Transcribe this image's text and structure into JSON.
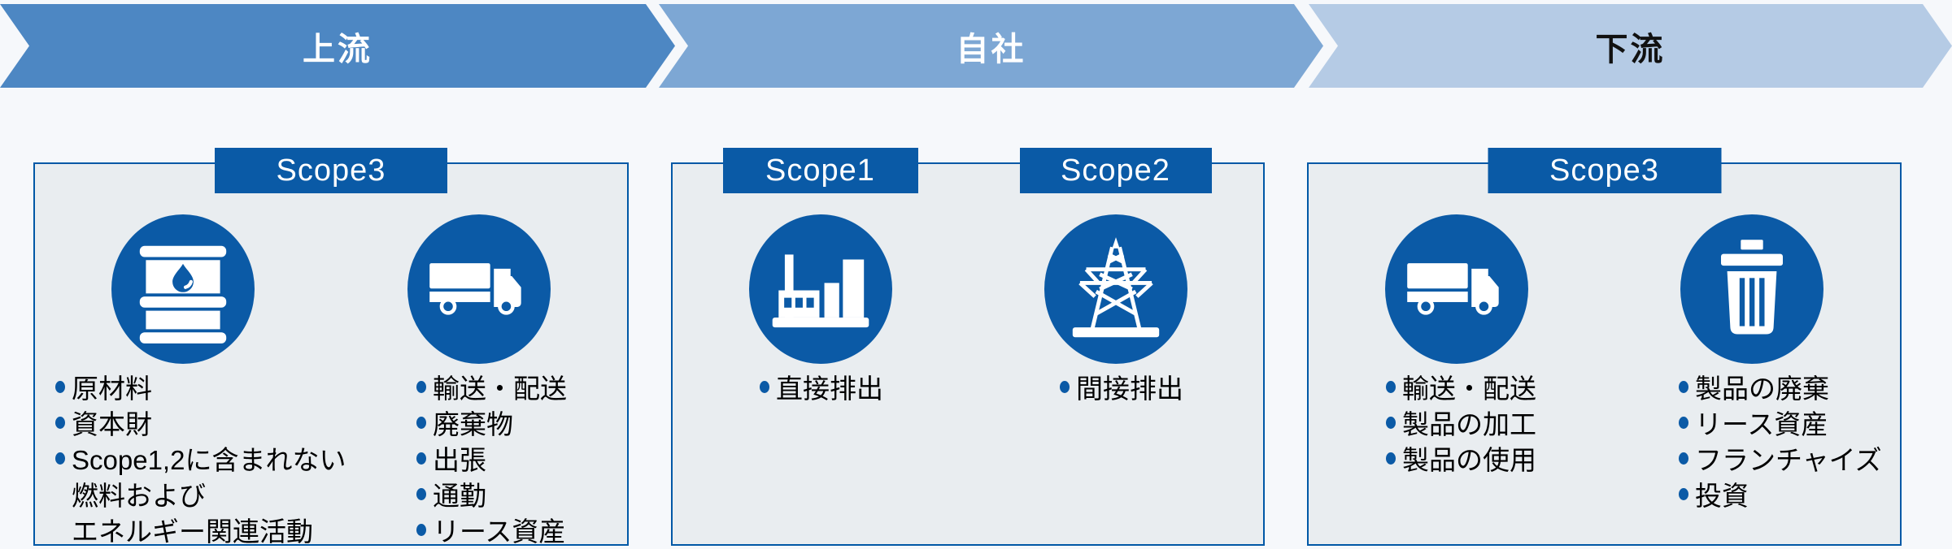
{
  "diagram_title": "GHG Scope emissions supply-chain diagram",
  "colors": {
    "page_bg": "#f6f8fb",
    "primary_blue": "#0a5aa6",
    "box_bg": "#e9edf0",
    "box_border": "#0058a6",
    "arrow_upstream": "#4d87c3",
    "arrow_company": "#7da7d4",
    "arrow_downstream": "#b5cbe5",
    "downstream_text": "#111111",
    "list_text": "#000000"
  },
  "flow": [
    {
      "label": "上流"
    },
    {
      "label": "自社"
    },
    {
      "label": "下流"
    }
  ],
  "boxes": [
    {
      "headers": [
        "Scope3"
      ],
      "icons": [
        "oil-drum-icon",
        "delivery-truck-icon"
      ],
      "columns": [
        {
          "items": [
            {
              "bullet": true,
              "text": "原材料"
            },
            {
              "bullet": true,
              "text": "資本財"
            },
            {
              "bullet": true,
              "text": "Scope1,2に含まれない"
            },
            {
              "bullet": false,
              "text": "燃料および"
            },
            {
              "bullet": false,
              "text": "エネルギー関連活動"
            }
          ]
        },
        {
          "items": [
            {
              "bullet": true,
              "text": "輸送・配送"
            },
            {
              "bullet": true,
              "text": "廃棄物"
            },
            {
              "bullet": true,
              "text": "出張"
            },
            {
              "bullet": true,
              "text": "通勤"
            },
            {
              "bullet": true,
              "text": "リース資産"
            }
          ]
        }
      ]
    },
    {
      "headers": [
        "Scope1",
        "Scope2"
      ],
      "icons": [
        "factory-icon",
        "power-tower-icon"
      ],
      "columns": [
        {
          "items": [
            {
              "bullet": true,
              "text": "直接排出"
            }
          ]
        },
        {
          "items": [
            {
              "bullet": true,
              "text": "間接排出"
            }
          ]
        }
      ]
    },
    {
      "headers": [
        "Scope3"
      ],
      "icons": [
        "delivery-truck-icon",
        "trash-can-icon"
      ],
      "columns": [
        {
          "items": [
            {
              "bullet": true,
              "text": "輸送・配送"
            },
            {
              "bullet": true,
              "text": "製品の加工"
            },
            {
              "bullet": true,
              "text": "製品の使用"
            }
          ]
        },
        {
          "items": [
            {
              "bullet": true,
              "text": "製品の廃棄"
            },
            {
              "bullet": true,
              "text": "リース資産"
            },
            {
              "bullet": true,
              "text": "フランチャイズ"
            },
            {
              "bullet": true,
              "text": "投資"
            }
          ]
        }
      ]
    }
  ]
}
